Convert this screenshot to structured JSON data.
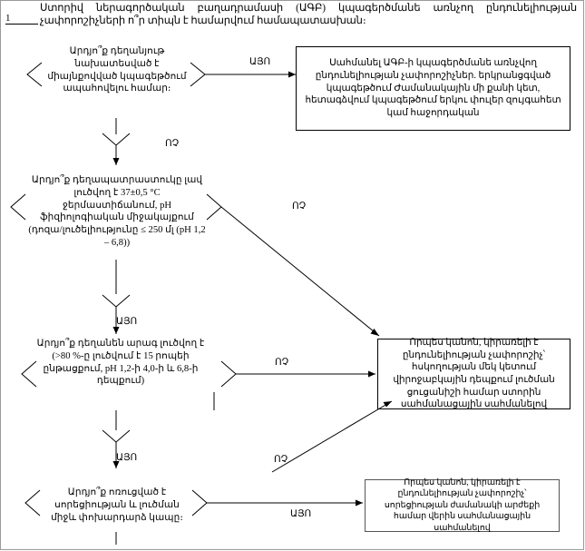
{
  "header": {
    "index": "1",
    "note": "Ստորիվ ներագործական բաղադրամասի (ԱԳԲ) կպագերծմանե առնչող ընդունելիության չափորոշիչների ո՞ր տիպն է համարվում համապատասխան։"
  },
  "decisions": [
    {
      "id": "d1",
      "text": "Արդյո՞ք դեղանյութ նախատեսված է միայնքովված կպագեթծում ապահովելու համար։"
    },
    {
      "id": "d2",
      "text": "Արդյո՞ք դեղապատրաստուկը լավ լուծվող է 37±0,5 °C ջերմաստիճանում, pH ֆիզիոլոգիական միջակայքում (դոզա/լուծելիությունը ≤ 250 մլ (pH 1,2 – 6,8))"
    },
    {
      "id": "d3",
      "text": "Արդյո՞ք դեղանեն արագ լուծվող է (>80 %-ը լուծվում է 15 րոպեի ընթացքում, pH 1,2-ի 4,0-ի և 6,8-ի դեպքում)"
    },
    {
      "id": "d4",
      "text": "Արդյո՞ք ոռուցված է սորեցիության և լուծման միջև փոխարդարձ կապը։"
    }
  ],
  "outcomes": [
    {
      "id": "o1",
      "text": "Սահմանել ԱԳԲ-ի կպագերծմանե առնչվող ընդունելիության չափորոշիչներ. երկրանցգված կպագեթծում Ժամանակային մի քանի կետ, հետագձվում կպագեթծում երկու փուլեր զույգահետ կամ հաջորդական"
    },
    {
      "id": "o2",
      "text": "Որպես կանոն, կիրառելի է ընդունելիության չափորոշիչ՝ հսկողության մեկ կետում վիրոջաբկային դեպքում լուծման ցուցանիշի համար ստորին սահմանացային սահմանելով"
    },
    {
      "id": "o3",
      "text": "Որպես կանոն, կիրառելի է ընդունելիության չափորոշիչ՝ սորեցիության ժամանակի արժեքի համար վերին սահմանացային սահմանելով"
    }
  ],
  "edge_labels": {
    "yes": "ԱՅՈ",
    "no": "ՈՉ",
    "d1_yes": "ԱՅՈ",
    "d1_no": "ՈՉ",
    "d2_yes": "ԱՅՈ",
    "d2_no": "ՈՉ",
    "d3_yes": "ԱՅՈ",
    "d3_no": "ՈՉ",
    "d4_yes": "ԱՅՈ",
    "d4_no": "ՈՉ"
  },
  "colors": {
    "line": "#000000",
    "frame": "#9a9a9a",
    "background": "#ffffff"
  }
}
